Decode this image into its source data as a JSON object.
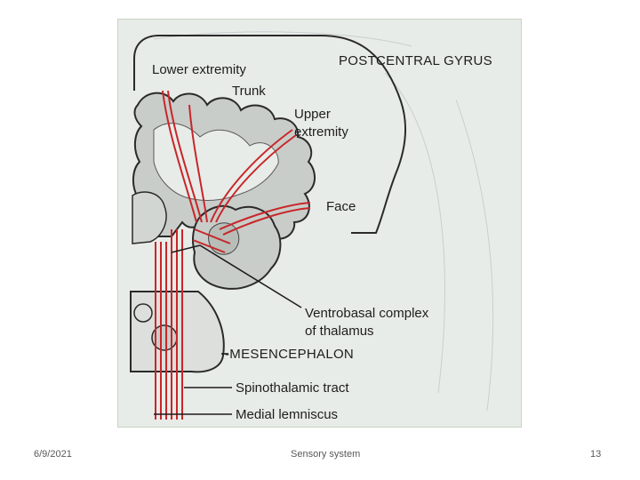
{
  "figure": {
    "labels": {
      "postcentral_gyrus": "POSTCENTRAL GYRUS",
      "lower_extremity": "Lower extremity",
      "trunk": "Trunk",
      "upper_extremity_line1": "Upper",
      "upper_extremity_line2": "extremity",
      "face": "Face",
      "ventrobasal_line1": "Ventrobasal complex",
      "ventrobasal_line2": "of thalamus",
      "mesencephalon": "-MESENCEPHALON",
      "spinothalamic_tract": "Spinothalamic tract",
      "medial_lemniscus": "Medial lemniscus"
    },
    "colors": {
      "background": "#e8ece8",
      "tissue": "#c9cdc9",
      "outline": "#2a2a2a",
      "tract": "#c8262a",
      "label_text": "#1d1d1d"
    }
  },
  "footer": {
    "date": "6/9/2021",
    "title": "Sensory system",
    "page_number": "13"
  }
}
